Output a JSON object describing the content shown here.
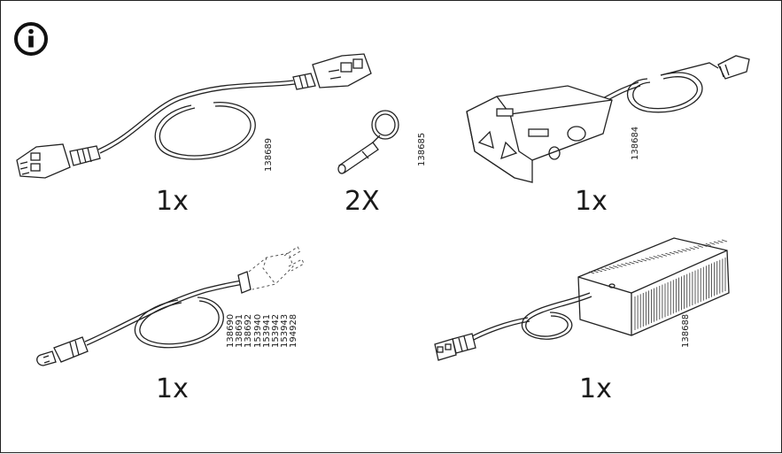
{
  "info_icon": "info-icon",
  "items": [
    {
      "qty": "1x",
      "part_numbers": [
        "138689"
      ]
    },
    {
      "qty": "2X",
      "part_numbers": [
        "138685"
      ]
    },
    {
      "qty": "1x",
      "part_numbers": [
        "138684"
      ]
    },
    {
      "qty": "1x",
      "part_numbers": [
        "138690",
        "138691",
        "138692",
        "153940",
        "153941",
        "153942",
        "153943",
        "194928"
      ]
    },
    {
      "qty": "1x",
      "part_numbers": [
        "138688"
      ]
    }
  ]
}
